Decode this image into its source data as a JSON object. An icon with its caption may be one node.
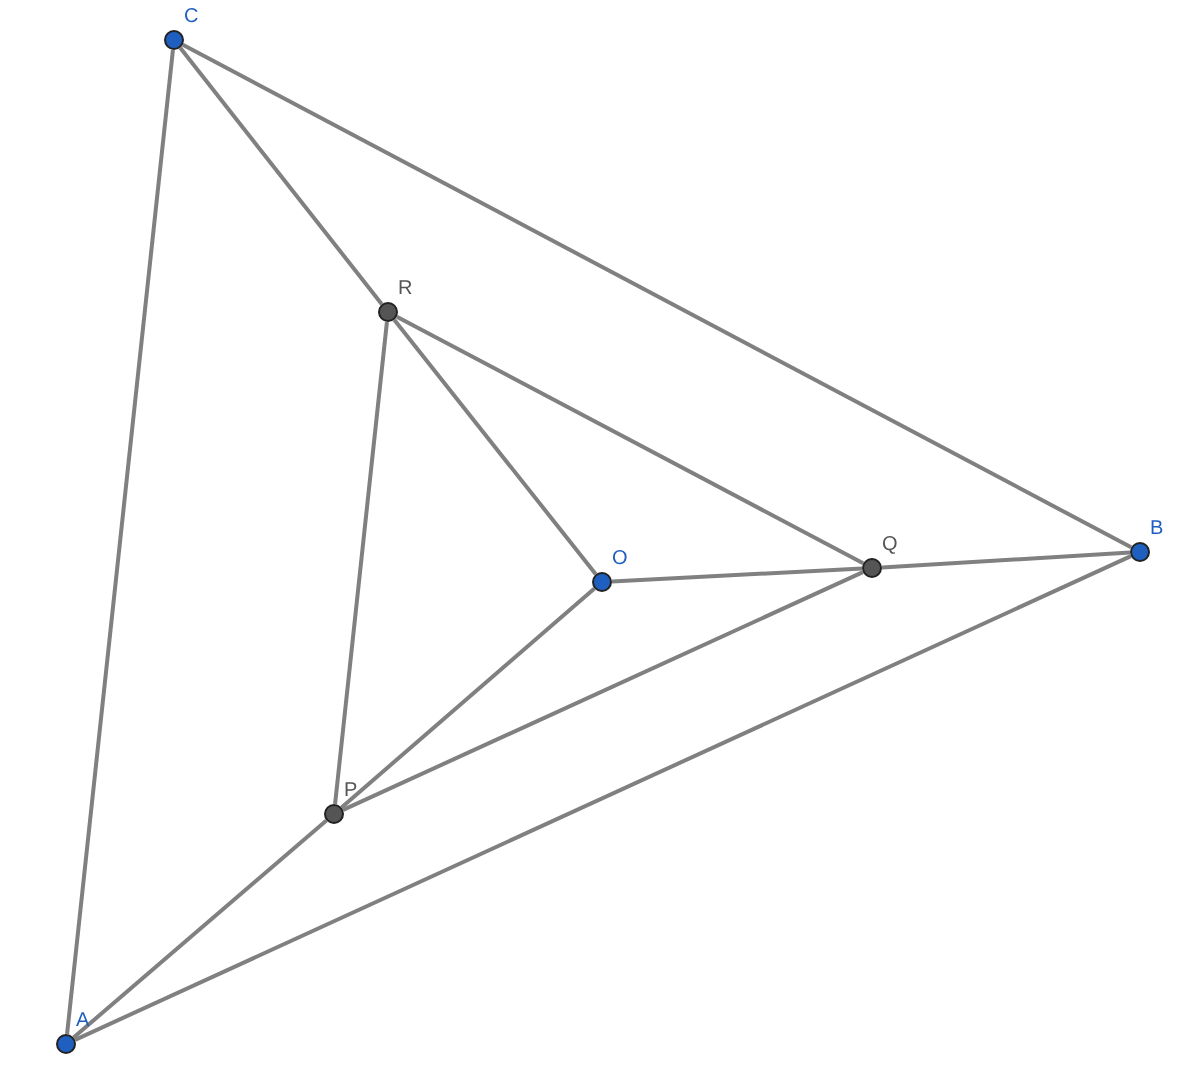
{
  "diagram": {
    "nodes": [
      {
        "text": [
          "C"
        ]
      },
      {
        "text": [
          "R"
        ]
      },
      {
        "text": [
          "O"
        ]
      },
      {
        "text": [
          "Q"
        ]
      },
      {
        "text": [
          "B"
        ]
      },
      {
        "text": [
          "P"
        ]
      },
      {
        "text": [
          "A"
        ]
      }
    ],
    "edges": [
      {
        "from": 0,
        "to": 6,
        "arrow": "none"
      },
      {
        "from": 0,
        "to": 4,
        "arrow": "none"
      },
      {
        "from": 6,
        "to": 4,
        "arrow": "none"
      },
      {
        "from": 0,
        "to": 1,
        "arrow": "none"
      },
      {
        "from": 1,
        "to": 2,
        "arrow": "none"
      },
      {
        "from": 1,
        "to": 3,
        "arrow": "none"
      },
      {
        "from": 1,
        "to": 5,
        "arrow": "none"
      },
      {
        "from": 2,
        "to": 3,
        "arrow": "none"
      },
      {
        "from": 3,
        "to": 4,
        "arrow": "none"
      },
      {
        "from": 2,
        "to": 5,
        "arrow": "none"
      },
      {
        "from": 5,
        "to": 6,
        "arrow": "none"
      },
      {
        "from": 5,
        "to": 3,
        "arrow": "none"
      }
    ]
  }
}
